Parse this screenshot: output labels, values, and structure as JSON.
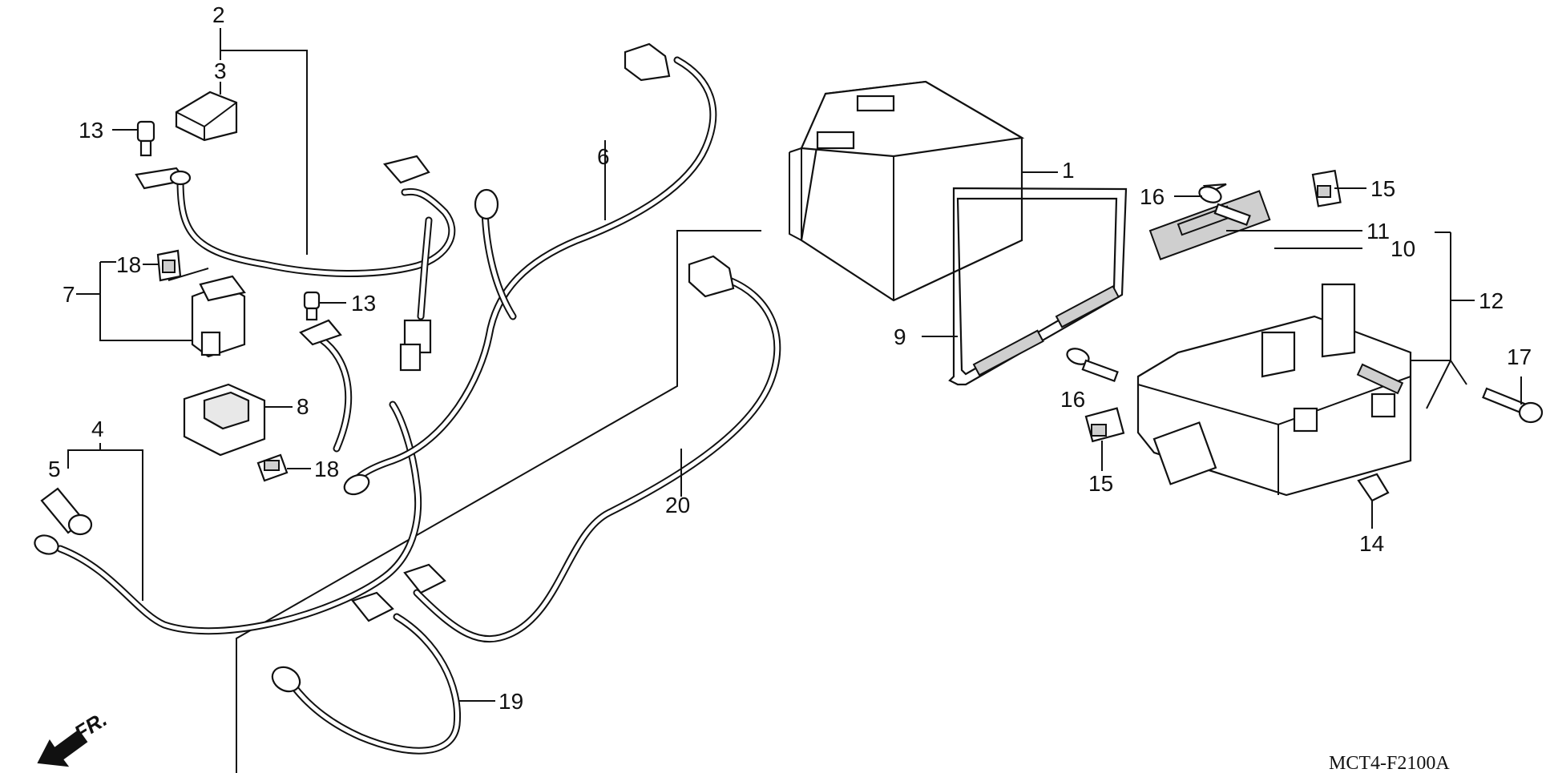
{
  "diagram": {
    "callouts": [
      {
        "id": "c1",
        "text": "1"
      },
      {
        "id": "c2",
        "text": "2"
      },
      {
        "id": "c3",
        "text": "3"
      },
      {
        "id": "c4",
        "text": "4"
      },
      {
        "id": "c5",
        "text": "5"
      },
      {
        "id": "c6",
        "text": "6"
      },
      {
        "id": "c7",
        "text": "7"
      },
      {
        "id": "c8",
        "text": "8"
      },
      {
        "id": "c9",
        "text": "9"
      },
      {
        "id": "c10",
        "text": "10"
      },
      {
        "id": "c11",
        "text": "11"
      },
      {
        "id": "c12",
        "text": "12"
      },
      {
        "id": "c13a",
        "text": "13"
      },
      {
        "id": "c13b",
        "text": "13"
      },
      {
        "id": "c14",
        "text": "14"
      },
      {
        "id": "c15a",
        "text": "15"
      },
      {
        "id": "c15b",
        "text": "15"
      },
      {
        "id": "c16a",
        "text": "16"
      },
      {
        "id": "c16b",
        "text": "16"
      },
      {
        "id": "c17",
        "text": "17"
      },
      {
        "id": "c18a",
        "text": "18"
      },
      {
        "id": "c18b",
        "text": "18"
      },
      {
        "id": "c19",
        "text": "19"
      },
      {
        "id": "c20",
        "text": "20"
      }
    ],
    "direction_label": "FR.",
    "diagram_code": "MCT4-F2100A"
  }
}
